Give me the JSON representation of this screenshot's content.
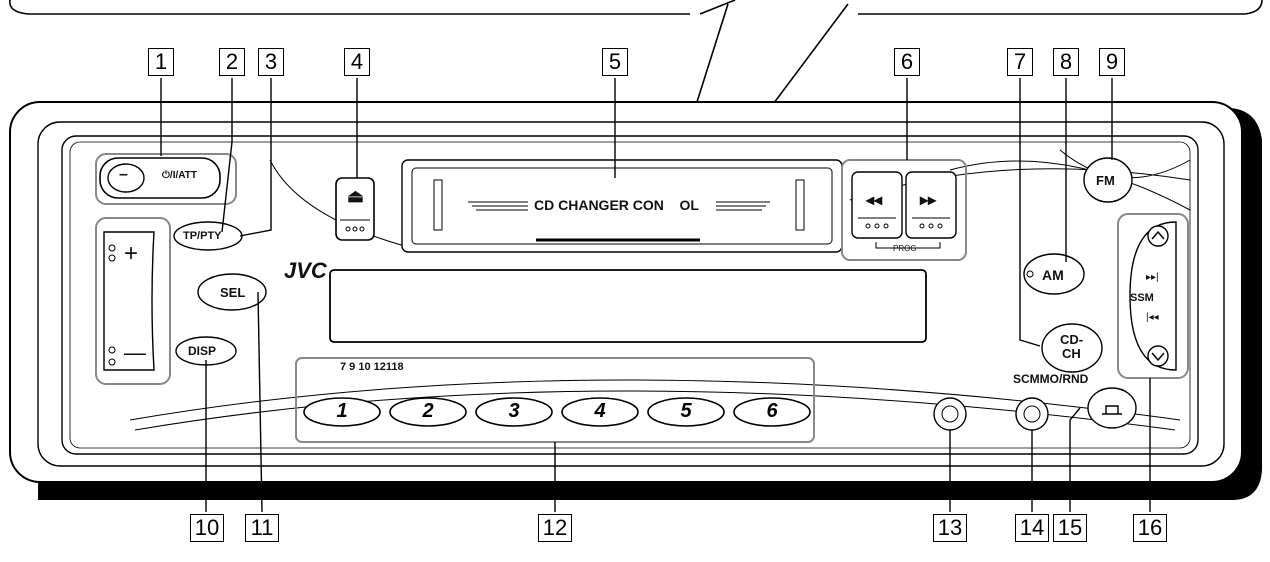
{
  "device": {
    "brand": "JVC",
    "display_text": "CD CHANGER CON    OL",
    "buttons": {
      "minus_small": "–",
      "power_att": "⏻/I/ATT",
      "tp_pty": "TP/PTY",
      "sel": "SEL",
      "disp": "DISP",
      "vol_plus": "+",
      "vol_minus": "—",
      "eject": "⏏",
      "rew": "◂◂",
      "ff": "▸▸",
      "prog": "PROG",
      "fm": "FM",
      "am": "AM",
      "cd_ch_line1": "CD-",
      "cd_ch_line2": "CH",
      "ssm": "SSM",
      "ssm_up": "▸▸|",
      "ssm_down": "|◂◂",
      "scm_mo_rnd": "SCMMO/RND",
      "preset_sub": "7 9 10 12118"
    },
    "presets": [
      "1",
      "2",
      "3",
      "4",
      "5",
      "6"
    ]
  },
  "callouts": {
    "top": [
      "1",
      "2",
      "3",
      "4",
      "5",
      "6",
      "7",
      "8",
      "9"
    ],
    "bottom": [
      "10",
      "11",
      "12",
      "13",
      "14",
      "15",
      "16"
    ]
  }
}
